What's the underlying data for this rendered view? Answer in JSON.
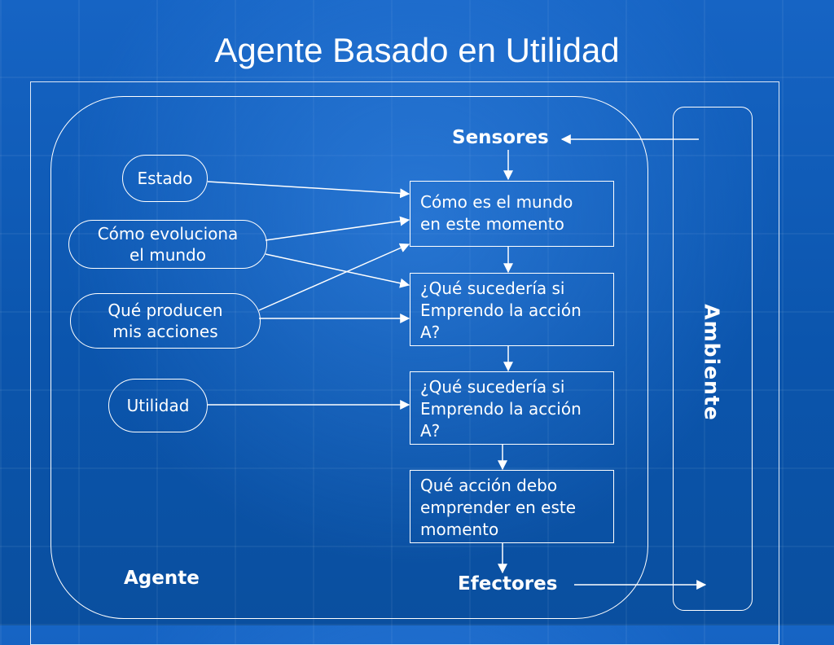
{
  "title": "Agente Basado en Utilidad",
  "labels": {
    "sensores": "Sensores",
    "efectores": "Efectores",
    "agente": "Agente",
    "ambiente": "Ambiente"
  },
  "inputs": {
    "estado": "Estado",
    "como_evoluciona": [
      "Cómo evoluciona",
      "el mundo"
    ],
    "que_producen": [
      "Qué producen",
      "mis acciones"
    ],
    "utilidad": "Utilidad"
  },
  "process": {
    "box1": [
      "Cómo es el mundo",
      "en este momento"
    ],
    "box2": [
      "¿Qué sucedería si",
      "Emprendo la acción",
      "A?"
    ],
    "box3": [
      "¿Qué sucedería si",
      "Emprendo la acción",
      "A?"
    ],
    "box4": [
      "Qué acción debo",
      "emprender en este",
      "momento"
    ]
  },
  "colors": {
    "background": "#0a5ab8",
    "stroke": "#ffffff"
  }
}
